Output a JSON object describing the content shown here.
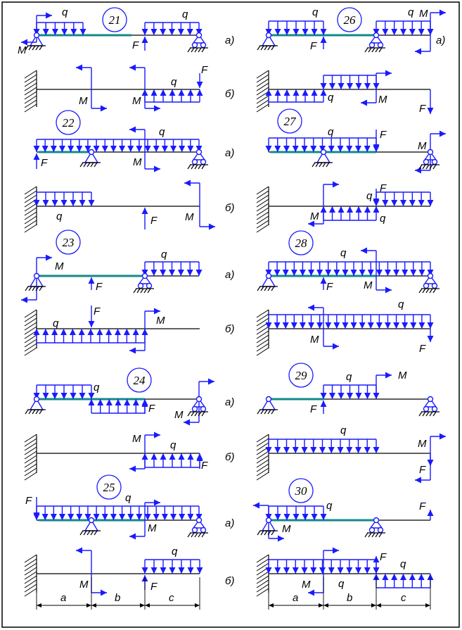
{
  "variants": [
    {
      "id": "v21",
      "number": "21"
    },
    {
      "id": "v22",
      "number": "22"
    },
    {
      "id": "v23",
      "number": "23"
    },
    {
      "id": "v24",
      "number": "24"
    },
    {
      "id": "v25",
      "number": "25"
    },
    {
      "id": "v26",
      "number": "26"
    },
    {
      "id": "v27",
      "number": "27"
    },
    {
      "id": "v28",
      "number": "28"
    },
    {
      "id": "v29",
      "number": "29"
    },
    {
      "id": "v30",
      "number": "30"
    }
  ],
  "scheme_labels": {
    "a": "а)",
    "b": "б)"
  },
  "symbols": {
    "q": "q",
    "F": "F",
    "M": "M"
  },
  "dimensions": {
    "a": "a",
    "b": "b",
    "c": "c"
  },
  "colors": {
    "load": "#1a1aff",
    "span": "#138a8a",
    "beam": "#000000"
  }
}
